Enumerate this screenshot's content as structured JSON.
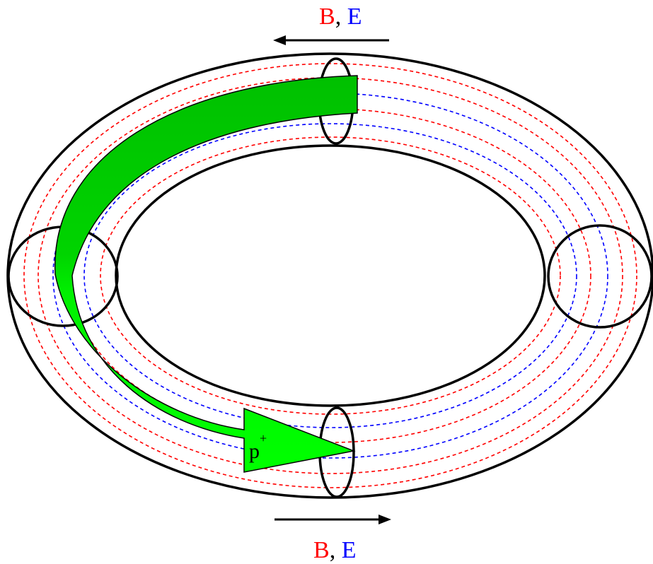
{
  "labels": {
    "top": {
      "b": "B",
      "sep": ", ",
      "e": "E"
    },
    "bottom": {
      "b": "B",
      "sep": ", ",
      "e": "E"
    },
    "particle": {
      "base": "p",
      "sup": "+"
    }
  },
  "colors": {
    "b_field": "#ff0000",
    "e_field": "#0000ff",
    "outline": "#000000",
    "arrow_dark": "#00c000",
    "arrow_light": "#00ff00"
  }
}
